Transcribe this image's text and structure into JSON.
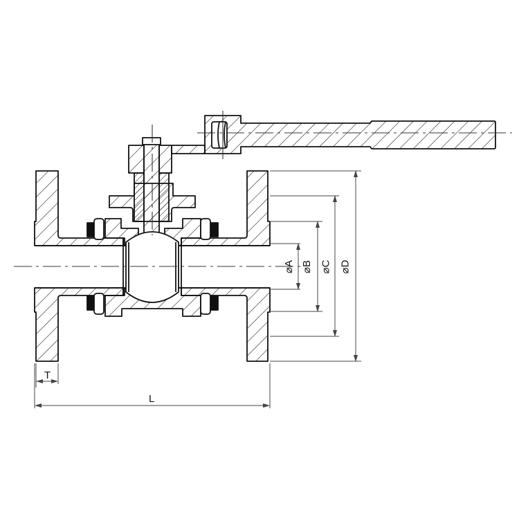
{
  "drawing": {
    "subject": "Flanged ball valve cross-section",
    "line_color": "#111111",
    "hatch_color": "#222222",
    "centerline_color": "#333333",
    "dimension_color": "#444444",
    "background": "#ffffff"
  },
  "dimensions": {
    "diameter_symbol": "⌀",
    "labels": {
      "A": "⌀A",
      "B": "⌀B",
      "C": "⌀C",
      "D": "⌀D",
      "T": "T",
      "L": "L"
    }
  }
}
